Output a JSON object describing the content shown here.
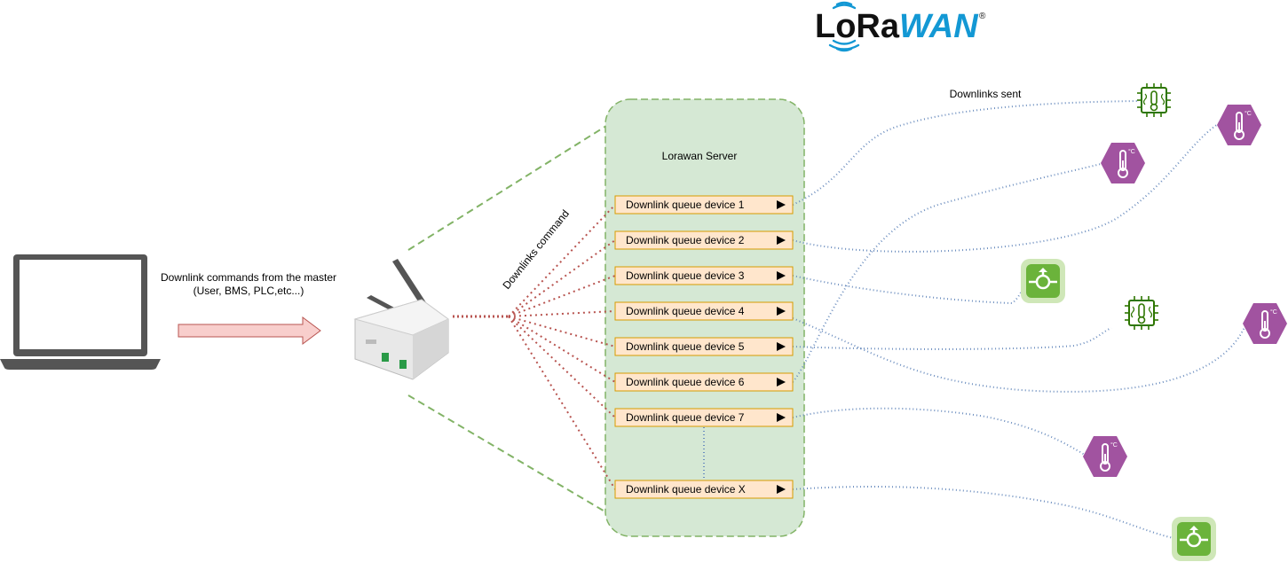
{
  "logo": {
    "part1": "LoRa",
    "part2": "WAN",
    "reg": "®"
  },
  "master": {
    "line1": "Downlink commands from the master",
    "line2": "(User, BMS, PLC,etc...)"
  },
  "downlinks_command": "Downlinks command",
  "server_title": "Lorawan Server",
  "downlinks_sent": "Downlinks sent",
  "queues": [
    "Downlink queue device 1",
    "Downlink queue device 2",
    "Downlink queue device 3",
    "Downlink queue device 4",
    "Downlink queue device 5",
    "Downlink queue device 6",
    "Downlink queue device 7",
    "Downlink queue device X"
  ],
  "colors": {
    "server_fill": "#d5e8d4",
    "server_stroke": "#82b366",
    "queue_fill": "#ffe6cc",
    "queue_stroke": "#d79b00",
    "dotted_red": "#b85450",
    "dotted_blue": "#6c8ebf",
    "dashed_green": "#82b366",
    "arrow_fill": "#f8cecc",
    "arrow_stroke": "#b85450",
    "hex_purple": "#a153a0",
    "chip_green": "#2d7600",
    "valve_bg": "#cfe7b8",
    "valve_green": "#6bb33b"
  },
  "icons": [
    "laptop-icon",
    "gateway-icon",
    "chip-sensor-icon",
    "thermometer-hex-icon",
    "valve-icon"
  ]
}
